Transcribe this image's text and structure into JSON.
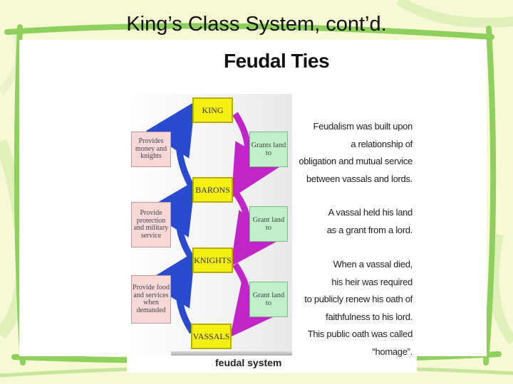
{
  "slide": {
    "title": "King’s Class System, cont’d."
  },
  "figure": {
    "title": "Feudal Ties",
    "caption": "feudal system",
    "ranks": [
      "KING",
      "BARONS",
      "KNIGHTS",
      "VASSALS"
    ],
    "duties": [
      "Provides money and knights",
      "Provide protection and military service",
      "Provide food and services when demanded"
    ],
    "grants": [
      "Grants land to",
      "Grant land to",
      "Grant land to"
    ],
    "text_blocks": [
      [
        "Feudalism was built upon",
        "a relationship of",
        "obligation and mutual service",
        "between vassals and lords."
      ],
      [
        "A vassal held his land",
        "as a grant from a lord."
      ],
      [
        "When a vassal died,",
        "his heir was required",
        "to publicly renew his oath of",
        "faithfulness to his lord.",
        "This public oath was called",
        "“homage”."
      ]
    ],
    "colors": {
      "rank_box": "#f5ef12",
      "duty_box": "#f8d8d6",
      "grant_box": "#bff0c9",
      "up_arrow": "#2a4bd0",
      "down_arrow": "#c025c8",
      "frame_green": "#8fcf5e"
    }
  }
}
